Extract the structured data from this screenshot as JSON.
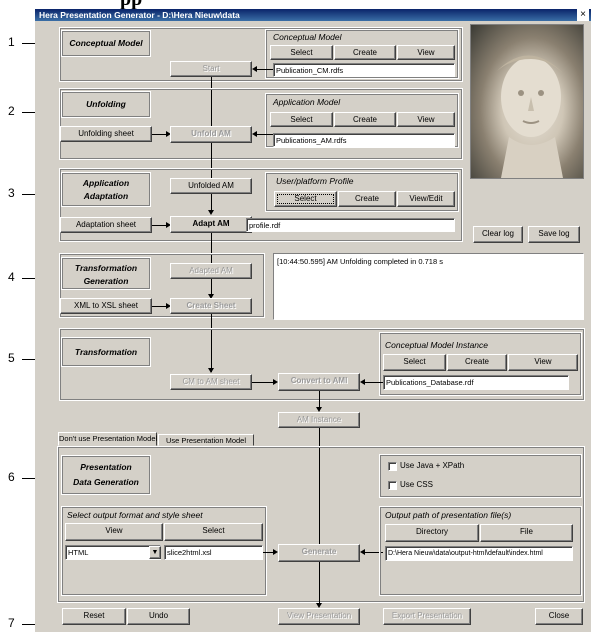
{
  "window": {
    "title": "Hera Presentation Generator - D:\\Hera Nieuw\\data",
    "close": "×"
  },
  "markers": [
    "1",
    "2",
    "3",
    "4",
    "5",
    "6",
    "7"
  ],
  "sections": {
    "conceptual_model": "Conceptual Model",
    "unfolding": "Unfolding",
    "application_adaptation_1": "Application",
    "application_adaptation_2": "Adaptation",
    "transformation_generation_1": "Transformation",
    "transformation_generation_2": "Generation",
    "transformation": "Transformation",
    "presentation_1": "Presentation",
    "presentation_2": "Data  Generation"
  },
  "groups": {
    "conceptual_model": {
      "title": "Conceptual Model",
      "select": "Select",
      "create": "Create",
      "view": "View",
      "file": "Publication_CM.rdfs"
    },
    "application_model": {
      "title": "Application Model",
      "select": "Select",
      "create": "Create",
      "view": "View",
      "file": "Publications_AM.rdfs"
    },
    "user_profile": {
      "title": "User/platform Profile",
      "select": "Select",
      "create": "Create",
      "view": "View/Edit",
      "file": "profile.rdf"
    },
    "cm_instance": {
      "title": "Conceptual Model Instance",
      "select": "Select",
      "create": "Create",
      "view": "View",
      "file": "Publications_Database.rdf"
    }
  },
  "flow": {
    "start": "Start",
    "unfolding_sheet": "Unfolding sheet",
    "unfold_am": "Unfold AM",
    "unfolded_am": "Unfolded AM",
    "adaptation_sheet": "Adaptation sheet",
    "adapt_am": "Adapt AM",
    "adapted_am": "Adapted AM",
    "xml_to_xsl": "XML to XSL sheet",
    "create_sheet": "Create Sheet",
    "cm_to_am_sheet": "CM to AM sheet",
    "convert_to_ami": "Convert to AMI",
    "am_instance": "AM Instance",
    "generate": "Generate",
    "view_presentation": "View Presentation",
    "export_presentation": "Export Presentation"
  },
  "log": {
    "clear": "Clear log",
    "save": "Save log",
    "text": "[10:44:50.595] AM Unfolding completed in 0.718 s"
  },
  "tabs": {
    "tab1": "Don't use Presentation Model",
    "tab2": "Use Presentation Model"
  },
  "options": {
    "java_xpath": "Use Java + XPath",
    "css": "Use CSS"
  },
  "output_format": {
    "title": "Select output format and style sheet",
    "view": "View",
    "select": "Select",
    "format": "HTML",
    "sheet": "slice2html.xsl"
  },
  "output_path": {
    "title": "Output path of presentation file(s)",
    "directory": "Directory",
    "file": "File",
    "path": "D:\\Hera Nieuw\\data\\output-html\\default\\index.html"
  },
  "footer": {
    "reset": "Reset",
    "undo": "Undo",
    "close": "Close"
  }
}
